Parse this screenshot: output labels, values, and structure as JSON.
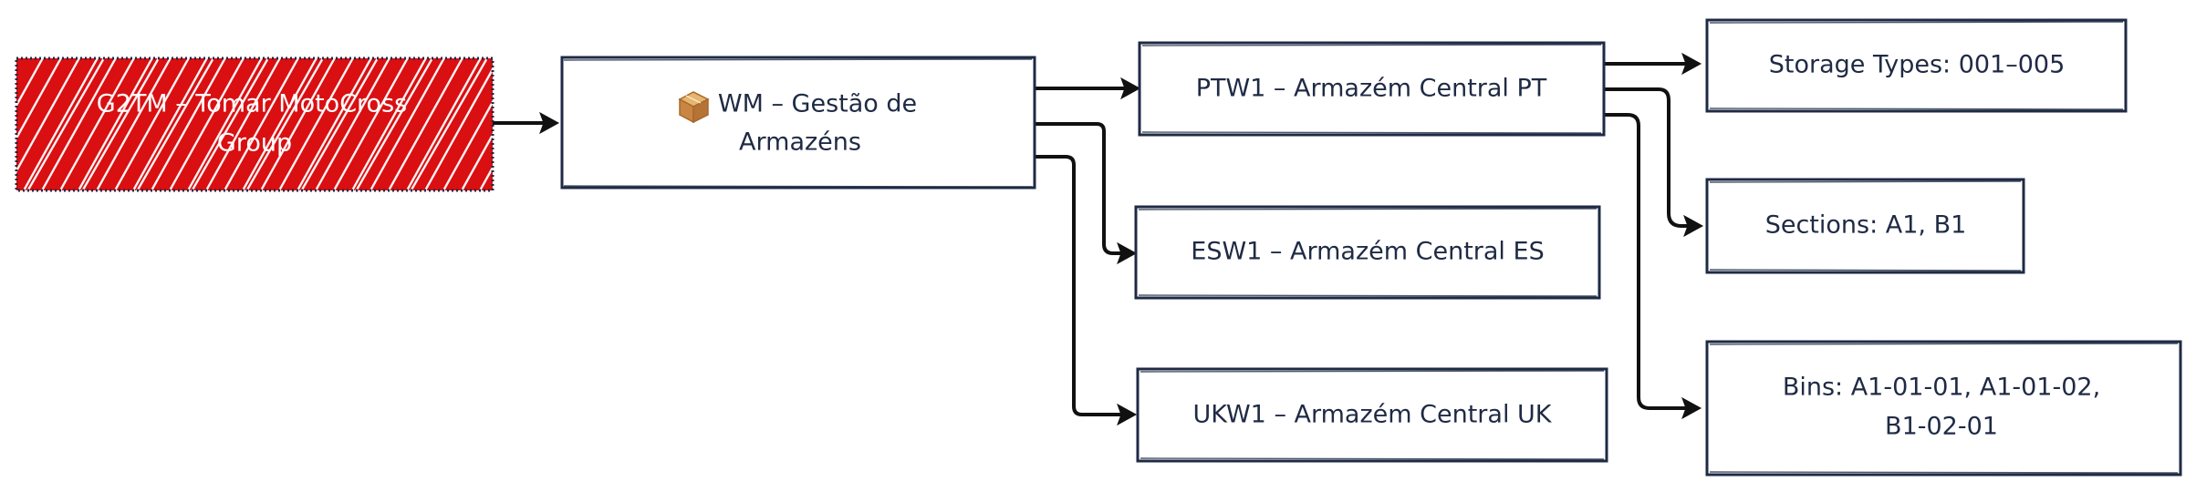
{
  "colors": {
    "root_fill": "#d90f12",
    "stroke": "#1f2a44",
    "arrow": "#111111",
    "text": "#1f2a44",
    "root_text": "#ffffff",
    "background": "#ffffff"
  },
  "nodes": {
    "root": {
      "line1": "G2TM – Tomar MotoCross",
      "line2": "Group"
    },
    "wm": {
      "icon": "package-icon",
      "line1": "WM – Gestão de",
      "line2": "Armazéns"
    },
    "ptw1": {
      "line1": "PTW1 – Armazém Central PT"
    },
    "esw1": {
      "line1": "ESW1 – Armazém Central ES"
    },
    "ukw1": {
      "line1": "UKW1 – Armazém Central UK"
    },
    "storage_types": {
      "line1": "Storage Types: 001–005"
    },
    "sections": {
      "line1": "Sections: A1, B1"
    },
    "bins": {
      "line1": "Bins: A1-01-01, A1-01-02,",
      "line2": "B1-02-01"
    }
  },
  "edges": [
    {
      "from": "G2TM",
      "to": "WM"
    },
    {
      "from": "WM",
      "to": "PTW1"
    },
    {
      "from": "WM",
      "to": "ESW1"
    },
    {
      "from": "WM",
      "to": "UKW1"
    },
    {
      "from": "PTW1",
      "to": "Storage Types"
    },
    {
      "from": "PTW1",
      "to": "Sections"
    },
    {
      "from": "PTW1",
      "to": "Bins"
    }
  ]
}
